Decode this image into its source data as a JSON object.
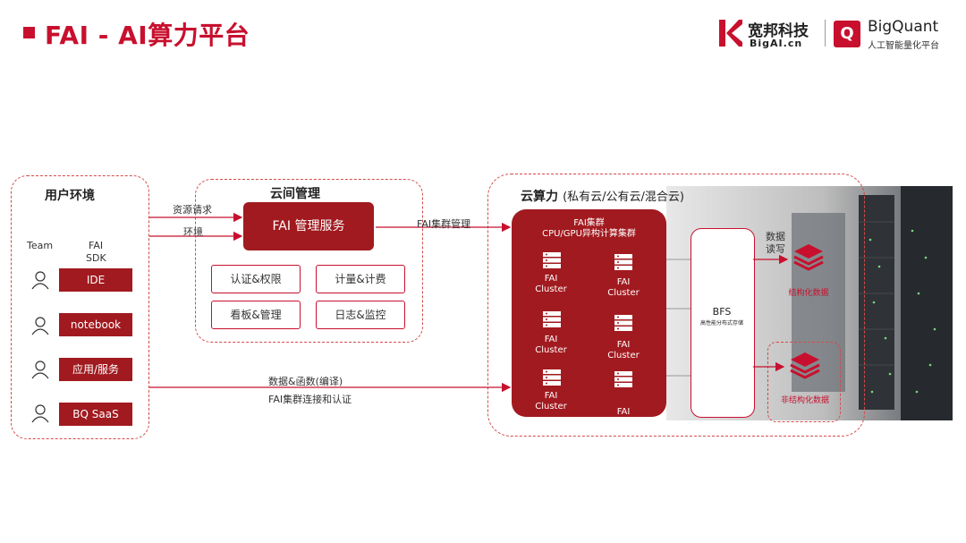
{
  "header": {
    "title": "FAI - AI算力平台",
    "logo_bigai_cn": "宽邦科技",
    "logo_bigai_domain": "BigAI.cn",
    "logo_q_letter": "Q",
    "logo_bigquant": "BigQuant",
    "logo_bigquant_sub": "人工智能量化平台"
  },
  "user_env": {
    "title": "用户环境",
    "col_team": "Team",
    "col_fai": "FAI",
    "col_sdk": "SDK",
    "items": [
      "IDE",
      "notebook",
      "应用/服务",
      "BQ SaaS"
    ]
  },
  "edges": {
    "resource_request": "资源请求",
    "environment": "环境",
    "fai_cluster_mgmt": "FAI集群管理",
    "data_functions": "数据&函数(编译)",
    "fai_connect_auth": "FAI集群连接和认证",
    "data_read": "数据",
    "data_read2": "读写"
  },
  "cloud_mgmt": {
    "title": "云间管理",
    "service": "FAI 管理服务",
    "buttons": [
      "认证&权限",
      "计量&计费",
      "看板&管理",
      "日志&监控"
    ]
  },
  "cloud_compute": {
    "title": "云算力",
    "title_sub": "(私有云/公有云/混合云)",
    "cluster_header1": "FAI集群",
    "cluster_header2": "CPU/GPU异构计算集群",
    "clusters": [
      {
        "line1": "FAI",
        "line2": "Cluster"
      },
      {
        "line1": "FAI",
        "line2": "Cluster"
      },
      {
        "line1": "FAI",
        "line2": "Cluster"
      },
      {
        "line1": "FAI",
        "line2": "Cluster"
      },
      {
        "line1": "FAI",
        "line2": "Cluster"
      },
      {
        "line1": "FAI",
        "line2": ""
      }
    ],
    "bfs_title": "BFS",
    "bfs_sub": "高性能分布式存储",
    "structured": "结构化数据",
    "unstructured": "非结构化数据"
  },
  "colors": {
    "brand_red": "#c8102e",
    "dark_red": "#a11a1f",
    "dashed_red": "#d44a4a"
  }
}
